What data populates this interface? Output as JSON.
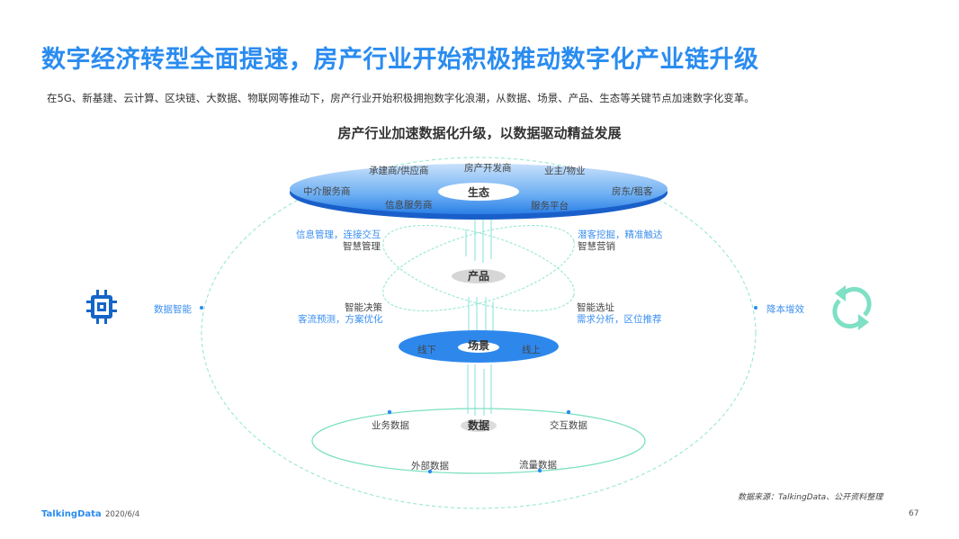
{
  "header": {
    "title": "数字经济转型全面提速，房产行业开始积极推动数字化产业链升级",
    "subtitle": "在5G、新基建、云计算、区块链、大数据、物联网等推动下，房产行业开始积极拥抱数字化浪潮，从数据、场景、产品、生态等关键节点加速数字化变革。"
  },
  "diagram": {
    "title": "房产行业加速数据化升级，以数据驱动精益发展",
    "ecosystem": {
      "center": "生态",
      "items": [
        "承建商/供应商",
        "房产开发商",
        "业主/物业",
        "中介服务商",
        "房东/租客",
        "信息服务商",
        "服务平台"
      ]
    },
    "product": {
      "center": "产品",
      "top_left": {
        "blue": "信息管理，连接交互",
        "dark": "智慧管理"
      },
      "top_right": {
        "blue": "潜客挖掘，精准触达",
        "dark": "智慧营销"
      },
      "bottom_left": {
        "dark": "智能决策",
        "blue": "客流预测，方案优化"
      },
      "bottom_right": {
        "dark": "智能选址",
        "blue": "需求分析，区位推荐"
      }
    },
    "scene": {
      "center": "场景",
      "left": "线下",
      "right": "线上"
    },
    "data": {
      "center": "数据",
      "items": [
        "业务数据",
        "交互数据",
        "外部数据",
        "流量数据"
      ]
    },
    "left_side": {
      "label": "数据智能",
      "icon": "chip-icon"
    },
    "right_side": {
      "label": "降本增效",
      "icon": "refresh-cycle-icon"
    },
    "colors": {
      "primary_blue": "#2a8cf0",
      "teal": "#7ee0c4",
      "gray_pill": "#d6d6d6"
    }
  },
  "footer": {
    "source": "数据来源：TalkingData、公开资料整理",
    "brand": "TalkingData",
    "date": "2020/6/4",
    "page": "67"
  }
}
